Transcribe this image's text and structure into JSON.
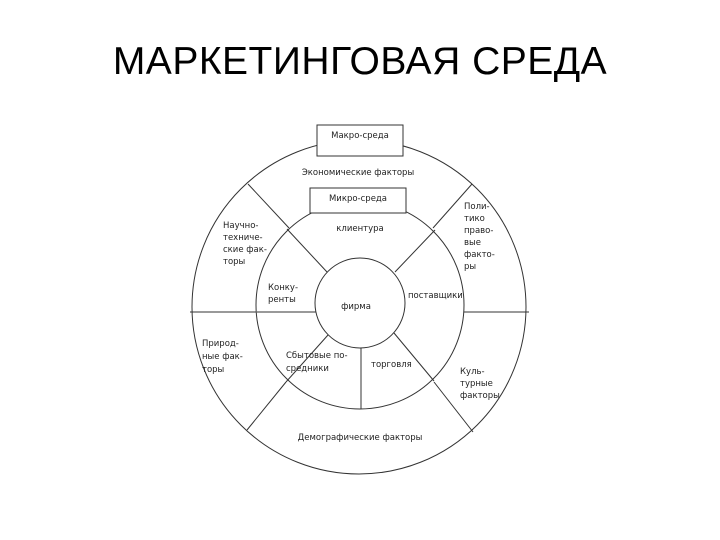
{
  "title": "МАРКЕТИНГОВАЯ СРЕДА",
  "diagram": {
    "macro_label": "Макро-среда",
    "micro_label": "Микро-среда",
    "outer_ring": {
      "economic": "Экономические факторы",
      "scientific": [
        "Научно-",
        "техниче-",
        "ские фак-",
        "торы"
      ],
      "political": [
        "Поли-",
        "тико",
        "право-",
        "вые",
        "факто-",
        "ры"
      ],
      "natural": [
        "Природ-",
        "ные фак-",
        "торы"
      ],
      "cultural": [
        "Куль-",
        "турные",
        "факторы"
      ],
      "demographic": "Демографические факторы"
    },
    "inner_ring": {
      "clients": "клиентура",
      "competitors": [
        "Конку-",
        "ренты"
      ],
      "suppliers": "поставщики",
      "intermediaries": [
        "Сбытовые по-",
        "средники"
      ],
      "trade": "торговля"
    },
    "center": "фирма"
  }
}
